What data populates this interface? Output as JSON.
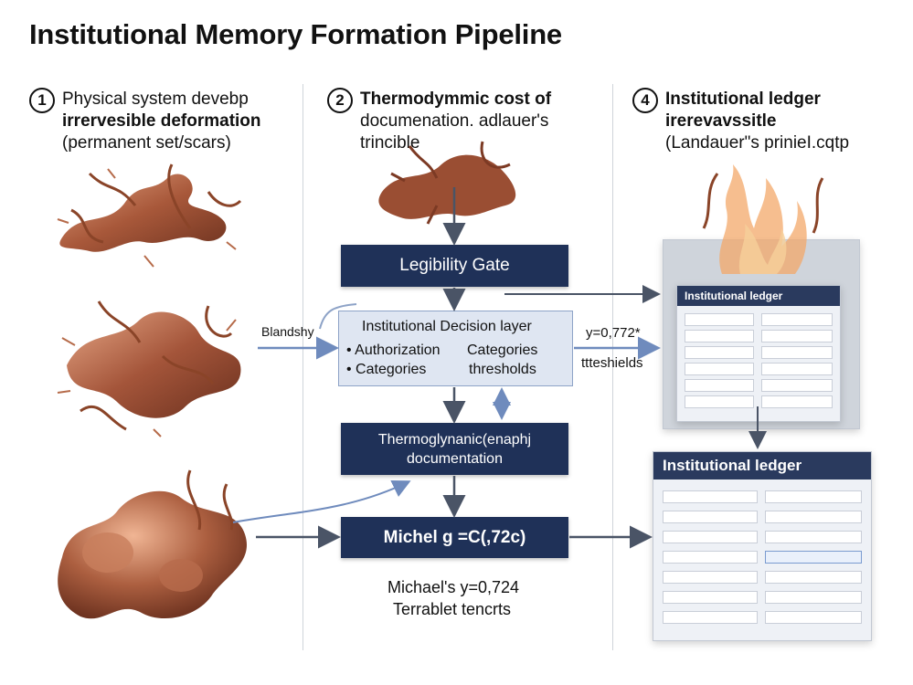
{
  "title": "Institutional Memory Formation Pipeline",
  "steps": [
    {
      "num": "1",
      "line1": "Physical system devebp",
      "line2": "irrervesible deformation",
      "line3": "(permanent set/scars)"
    },
    {
      "num": "2",
      "line1": "Thermodymmic cost of",
      "line2": "documenation. adlauer's",
      "line3": "trincible"
    },
    {
      "num": "4",
      "line1": "Institutional ledger",
      "line2": "irerevavssitle",
      "line3": "(Landauer\"s prinieI.cqtp"
    }
  ],
  "boxes": {
    "legibility_gate": "Legibility Gate",
    "decision_layer": {
      "title": "Institutional Decision layer",
      "item1": "• Authorization",
      "item2": "• Categories",
      "col2_top": "Categories",
      "col2_bottom": "thresholds"
    },
    "thermo_doc": {
      "line1": "Thermoglynanic(enaphj",
      "line2": "documentation"
    },
    "michael_box": "Michel ɡ =C(,72c)"
  },
  "labels": {
    "left_arrow_label": "Blandshy",
    "right_value": "y=0,772*",
    "right_thresholds": "ttteshields",
    "michael_value": "Michael's y=0,724",
    "traceable": "Terrablet tencrts"
  },
  "ledgers": {
    "top_title": "Institutional ledger",
    "bottom_title": "Institutional ledger"
  },
  "colors": {
    "navy": "#1f3158",
    "layer_fill": "#dfe6f2",
    "arrow": "#4a5466",
    "copper": "#b0674a"
  }
}
